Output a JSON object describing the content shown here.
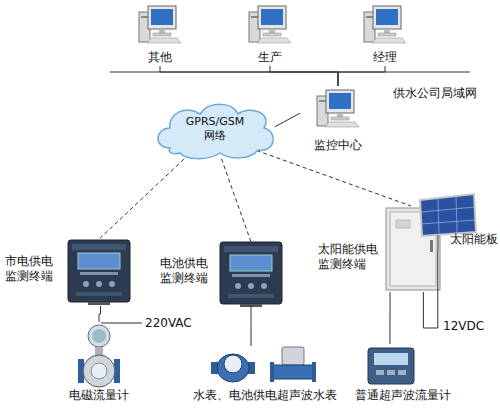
{
  "diagram": {
    "nodes": [
      {
        "text": [
          "其他"
        ]
      },
      {
        "text": [
          "生产"
        ]
      },
      {
        "text": [
          "经理"
        ]
      },
      {
        "text": [
          "监控中心"
        ]
      },
      {
        "text": [
          "GPRS/GSM 网络"
        ]
      },
      {
        "text": [
          "市电供电 监测终端"
        ]
      },
      {
        "text": [
          "电池供电 监测终端"
        ]
      },
      {
        "text": [
          "太阳能供电 监测终端"
        ]
      },
      {
        "text": [
          "太阳能板"
        ]
      },
      {
        "text": [
          "电磁流量计"
        ]
      },
      {
        "text": [
          "水表、电池供电超声波水表"
        ]
      },
      {
        "text": [
          "普通超声波流量计"
        ]
      }
    ],
    "edges": [
      {
        "from": 0,
        "to": 3,
        "arrow": "none"
      },
      {
        "from": 1,
        "to": 3,
        "arrow": "none"
      },
      {
        "from": 2,
        "to": 3,
        "arrow": "none"
      },
      {
        "from": 4,
        "to": 3,
        "arrow": "none"
      },
      {
        "from": 4,
        "to": 5,
        "arrow": "none"
      },
      {
        "from": 4,
        "to": 6,
        "arrow": "none"
      },
      {
        "from": 4,
        "to": 7,
        "arrow": "none"
      },
      {
        "from": 5,
        "to": 9,
        "arrow": "none"
      },
      {
        "from": 6,
        "to": 10,
        "arrow": "none"
      },
      {
        "from": 7,
        "to": 11,
        "arrow": "none"
      },
      {
        "from": 8,
        "to": 7,
        "label": "12VDC",
        "arrow": "none"
      }
    ],
    "labels": [
      "供水公司局域网",
      "220VAC"
    ]
  }
}
